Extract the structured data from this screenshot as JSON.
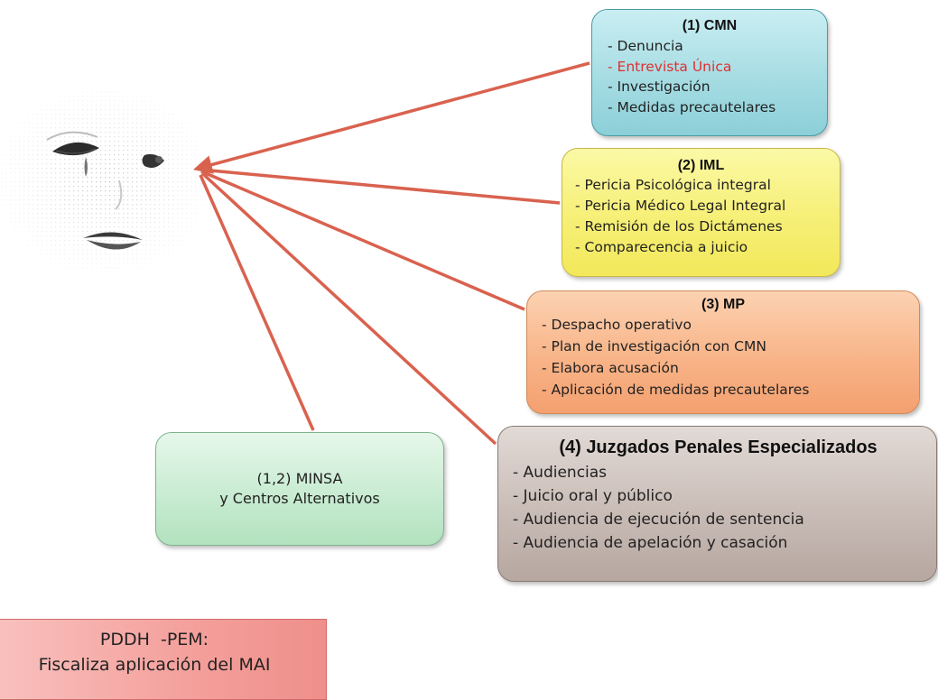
{
  "colors": {
    "arrow": "#d9624f",
    "highlight": "#e03030"
  },
  "illustration": "crying-face-image",
  "cmn": {
    "title": "(1) CMN",
    "items": [
      "- Denuncia",
      "- Entrevista Única",
      "- Investigación",
      "- Medidas precautelares"
    ]
  },
  "iml": {
    "title": "(2) IML",
    "items": [
      "- Pericia Psicológica integral",
      "- Pericia Médico Legal Integral",
      "- Remisión de los Dictámenes",
      "- Comparecencia a juicio"
    ]
  },
  "mp": {
    "title": "(3) MP",
    "items": [
      "- Despacho operativo",
      "- Plan de investigación con CMN",
      "- Elabora acusación",
      "- Aplicación de medidas precautelares"
    ]
  },
  "jpe": {
    "title": "(4) Juzgados Penales Especializados",
    "items": [
      "- Audiencias",
      "- Juicio oral y público",
      "- Audiencia de ejecución de sentencia",
      "- Audiencia de apelación y casación"
    ]
  },
  "minsa": {
    "line1": "(1,2) MINSA",
    "line2": "y Centros Alternativos"
  },
  "pddh": {
    "line1": "PDDH  -PEM:",
    "line2": "Fiscaliza aplicación del MAI"
  }
}
